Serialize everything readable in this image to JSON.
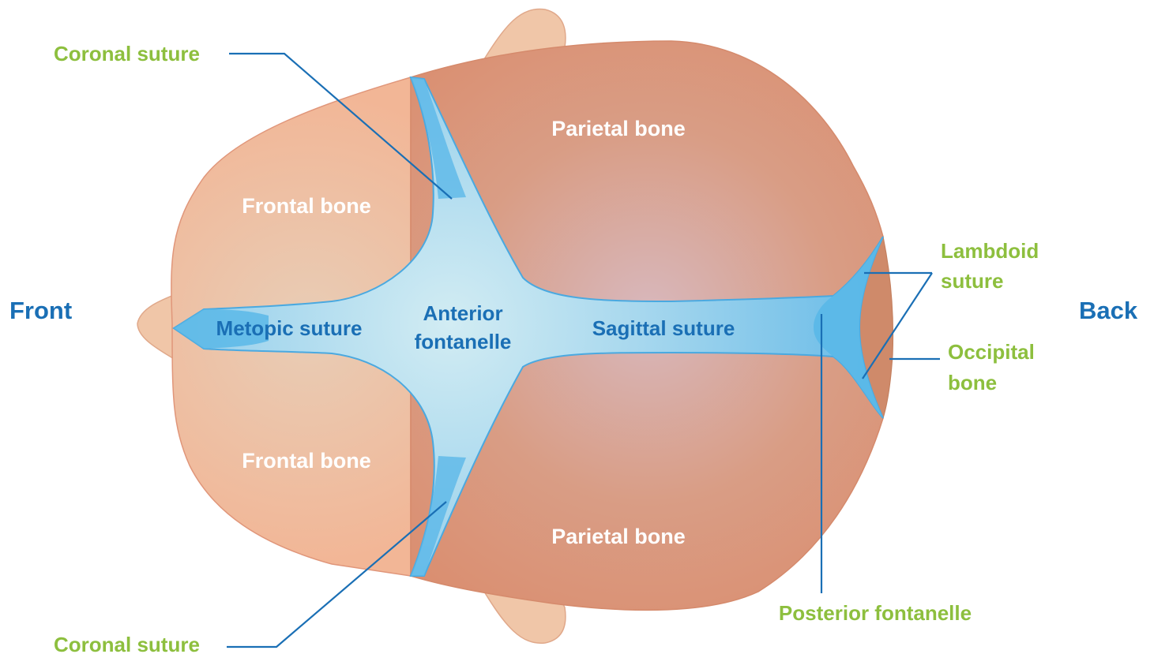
{
  "labels": {
    "front": "Front",
    "back": "Back",
    "frontal_bone_top": "Frontal bone",
    "frontal_bone_bottom": "Frontal bone",
    "parietal_bone_top": "Parietal bone",
    "parietal_bone_bottom": "Parietal bone",
    "metopic_suture": "Metopic suture",
    "anterior_fontanelle_line1": "Anterior",
    "anterior_fontanelle_line2": "fontanelle",
    "sagittal_suture": "Sagittal suture",
    "coronal_suture_top": "Coronal suture",
    "coronal_suture_bottom": "Coronal suture",
    "lambdoid_suture_line1": "Lambdoid",
    "lambdoid_suture_line2": "suture",
    "occipital_bone_line1": "Occipital",
    "occipital_bone_line2": "bone",
    "posterior_fontanelle": "Posterior fontanelle"
  },
  "colors": {
    "frontal_bone": "#f1b796",
    "parietal_bone": "#da8f71",
    "parietal_center": "#d8b8bd",
    "occipital_bone": "#cf8a6a",
    "fontanelle_light": "#cfeaf2",
    "suture_blue": "#5bb8e8",
    "leader_line": "#1a6fb5",
    "bone_label": "#ffffff",
    "structure_label": "#1a6fb5",
    "callout_label": "#8dbf3e",
    "ear": "#f0c6a8"
  }
}
